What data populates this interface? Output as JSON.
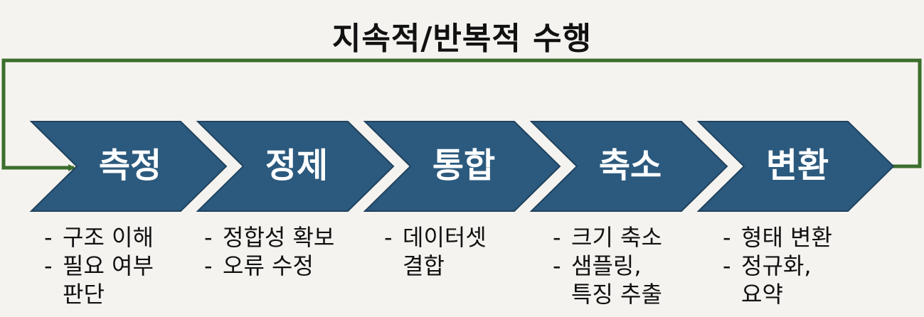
{
  "title": "지속적/반복적 수행",
  "colors": {
    "chevron_fill": "#2c5a7e",
    "chevron_stroke": "#1f425e",
    "loop_line": "#3b6e2c",
    "background": "#f5f3ef"
  },
  "steps": [
    {
      "label": "측정",
      "notes": [
        "구조 이해",
        "필요 여부\n판단"
      ]
    },
    {
      "label": "정제",
      "notes": [
        "정합성 확보",
        "오류 수정"
      ]
    },
    {
      "label": "통합",
      "notes": [
        "데이터셋\n결합"
      ]
    },
    {
      "label": "축소",
      "notes": [
        "크기 축소",
        "샘플링,\n특징 추출"
      ]
    },
    {
      "label": "변환",
      "notes": [
        "형태 변환",
        "정규화,\n요약"
      ]
    }
  ],
  "bullet_marker": "-"
}
